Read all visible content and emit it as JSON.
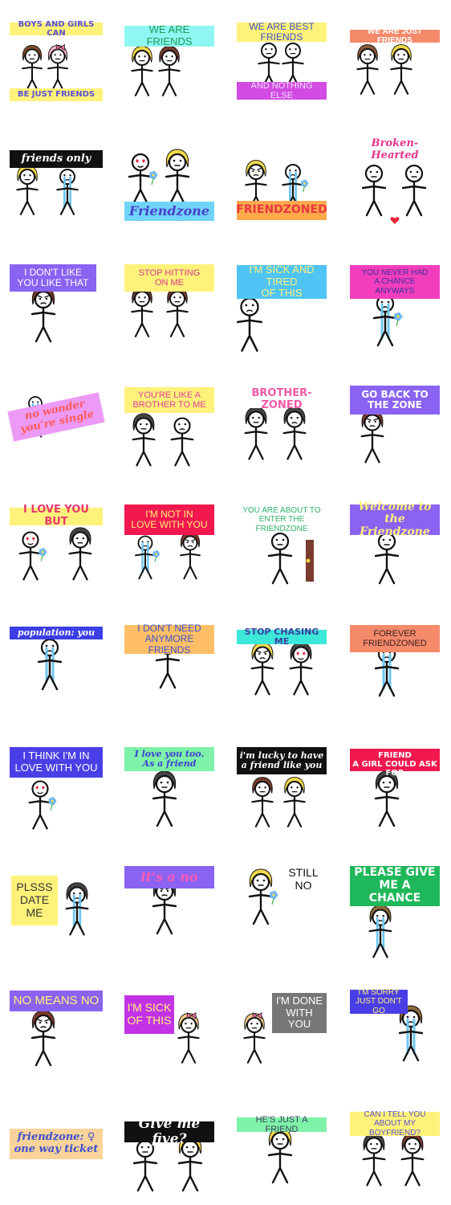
{
  "stickers": [
    {
      "id": "s01",
      "labels": [
        {
          "text": "BOYS AND GIRLS CAN",
          "bg": "#fff27a",
          "color": "#5a4fd6",
          "style": "bold"
        },
        {
          "text": "BE JUST FRIENDS",
          "bg": "#fff27a",
          "color": "#5a4fd6",
          "style": "bold"
        }
      ],
      "figures": [
        {
          "hair": "#7a4a2a",
          "face": "neutral"
        },
        {
          "hair": "#f5b0c8",
          "face": "neutral",
          "bow": "#f06da0"
        }
      ]
    },
    {
      "id": "s02",
      "labels": [
        {
          "text": "WE ARE FRIENDS",
          "bg": "#8ff7f2",
          "color": "#1e9a57",
          "style": "hand"
        }
      ],
      "figures": [
        {
          "hair": "#f2d84a",
          "face": "neutral"
        },
        {
          "hair": "#7a3b2e",
          "face": "neutral"
        }
      ]
    },
    {
      "id": "s03",
      "labels": [
        {
          "text": "WE ARE BEST FRIENDS",
          "bg": "#fff27a",
          "color": "#3c4fd0",
          "style": "hand"
        },
        {
          "text": "AND NOTHING ELSE",
          "bg": "#d24be2",
          "color": "#f0e0ff",
          "style": "hand"
        }
      ],
      "figures": [
        {
          "hair": "none",
          "face": "neutral"
        },
        {
          "hair": "none",
          "face": "neutral"
        }
      ]
    },
    {
      "id": "s04",
      "labels": [
        {
          "text": "WE ARE JUST FRIENDS",
          "bg": "#f58a6b",
          "color": "#ffffff",
          "style": "plain"
        }
      ],
      "figures": [
        {
          "hair": "#8a5a3a",
          "face": "neutral"
        },
        {
          "hair": "#f2d84a",
          "face": "neutral"
        }
      ]
    },
    {
      "id": "s05",
      "labels": [
        {
          "text": "friends only",
          "bg": "#111111",
          "color": "#ffffff",
          "style": "script"
        }
      ],
      "figures": [
        {
          "hair": "#f2d84a",
          "face": "neutral"
        },
        {
          "hair": "none",
          "face": "cry"
        }
      ]
    },
    {
      "id": "s06",
      "labels": [
        {
          "text": "Friendzone",
          "bg": "#6fd4f7",
          "color": "#4a3fcf",
          "style": "script"
        }
      ],
      "figures": [
        {
          "hair": "none",
          "face": "love",
          "flower": true
        },
        {
          "hair": "#f2d84a",
          "face": "neutral"
        }
      ]
    },
    {
      "id": "s07",
      "labels": [
        {
          "text": "FRIENDZONED",
          "bg": "#ffa94d",
          "color": "#e8383d",
          "style": "bold"
        }
      ],
      "figures": [
        {
          "hair": "#f2d84a",
          "face": "angry"
        },
        {
          "hair": "none",
          "face": "cry",
          "flower": true
        }
      ]
    },
    {
      "id": "s08",
      "labels": [
        {
          "text": "Broken-Hearted",
          "bg": "#ffffff",
          "color": "#e6358f",
          "style": "script"
        }
      ],
      "figures": [
        {
          "hair": "none",
          "face": "neutral"
        },
        {
          "hair": "none",
          "face": "neutral"
        }
      ]
    },
    {
      "id": "s09",
      "labels": [
        {
          "text": "I DON'T LIKE\nYOU LIKE THAT",
          "bg": "#8a63f2",
          "color": "#ffffff",
          "style": "hand"
        }
      ],
      "figures": [
        {
          "hair": "#7a3b2e",
          "face": "angry"
        }
      ]
    },
    {
      "id": "s10",
      "labels": [
        {
          "text": "STOP HITTING\nON ME",
          "bg": "#fff27a",
          "color": "#d83a8a",
          "style": "hand"
        }
      ],
      "figures": [
        {
          "hair": "#5a3a2a",
          "face": "neutral"
        },
        {
          "hair": "#7a3b2e",
          "face": "neutral"
        }
      ]
    },
    {
      "id": "s11",
      "labels": [
        {
          "text": "I'M SICK AND TIRED\nOF THIS",
          "bg": "#4fc4f5",
          "color": "#fff27a",
          "style": "hand"
        }
      ],
      "figures": [
        {
          "hair": "none",
          "face": "sad"
        }
      ]
    },
    {
      "id": "s12",
      "labels": [
        {
          "text": "YOU NEVER HAD\nA CHANCE\nANYWAYS",
          "bg": "#f23ebd",
          "color": "#3c2fa0",
          "style": "hand"
        }
      ],
      "figures": [
        {
          "hair": "none",
          "face": "cry",
          "flower": true
        }
      ]
    },
    {
      "id": "s13",
      "labels": [
        {
          "text": "no wonder\nyou're single",
          "bg": "#ec9af5",
          "color": "#ff5a5a",
          "style": "script"
        }
      ],
      "figures": [
        {
          "hair": "none",
          "face": "cry"
        }
      ]
    },
    {
      "id": "s14",
      "labels": [
        {
          "text": "YOU'RE LIKE A\nBROTHER TO ME",
          "bg": "#fff27a",
          "color": "#e0409a",
          "style": "hand"
        }
      ],
      "figures": [
        {
          "hair": "#444444",
          "face": "neutral"
        },
        {
          "hair": "none",
          "face": "sad"
        }
      ]
    },
    {
      "id": "s15",
      "labels": [
        {
          "text": "BROTHER-ZONED",
          "bg": "#ffffff",
          "color": "#f05aa8",
          "style": "bold"
        }
      ],
      "figures": [
        {
          "hair": "#444444",
          "face": "neutral"
        },
        {
          "hair": "#444444",
          "face": "sad"
        }
      ]
    },
    {
      "id": "s16",
      "labels": [
        {
          "text": "GO BACK TO\nTHE ZONE",
          "bg": "#8a63f2",
          "color": "#ffffff",
          "style": "bold"
        }
      ],
      "figures": [
        {
          "hair": "#7a3b2e",
          "face": "angry"
        }
      ]
    },
    {
      "id": "s17",
      "labels": [
        {
          "text": "I LOVE YOU BUT",
          "bg": "#fff27a",
          "color": "#e8386d",
          "style": "bold"
        }
      ],
      "figures": [
        {
          "hair": "none",
          "face": "love",
          "flower": true
        },
        {
          "hair": "#444444",
          "face": "neutral"
        }
      ]
    },
    {
      "id": "s18",
      "labels": [
        {
          "text": "I'M NOT IN\nLOVE WITH YOU",
          "bg": "#f0184e",
          "color": "#fff27a",
          "style": "hand"
        }
      ],
      "figures": [
        {
          "hair": "none",
          "face": "cry",
          "flower": true
        },
        {
          "hair": "#7a3b2e",
          "face": "angry"
        }
      ]
    },
    {
      "id": "s19",
      "labels": [
        {
          "text": "YOU ARE ABOUT TO\nENTER THE FRIENDZONE",
          "bg": "#ffffff",
          "color": "#2fb26a",
          "style": "hand"
        }
      ],
      "figures": [
        {
          "hair": "none",
          "face": "neutral"
        }
      ],
      "door": true
    },
    {
      "id": "s20",
      "labels": [
        {
          "text": "Welcome to the\nFriendzone",
          "bg": "#8a63f2",
          "color": "#fff27a",
          "style": "script"
        }
      ],
      "figures": [
        {
          "hair": "none",
          "face": "neutral"
        }
      ]
    },
    {
      "id": "s21",
      "labels": [
        {
          "text": "population: you",
          "bg": "#3c3fe6",
          "color": "#ffffff",
          "style": "script"
        }
      ],
      "figures": [
        {
          "hair": "none",
          "face": "cry"
        }
      ]
    },
    {
      "id": "s22",
      "labels": [
        {
          "text": "I DON'T NEED\nANYMORE FRIENDS",
          "bg": "#ffbf66",
          "color": "#3c4fd0",
          "style": "hand"
        }
      ],
      "figures": [
        {
          "hair": "none",
          "face": "neutral"
        }
      ]
    },
    {
      "id": "s23",
      "labels": [
        {
          "text": "STOP CHASING ME",
          "bg": "#3ce8d8",
          "color": "#3c3fa0",
          "style": "bold"
        }
      ],
      "figures": [
        {
          "hair": "#f2d84a",
          "face": "angry"
        },
        {
          "hair": "#444444",
          "face": "love"
        }
      ]
    },
    {
      "id": "s24",
      "labels": [
        {
          "text": "FOREVER\nFRIENDZONED",
          "bg": "#f58a6b",
          "color": "#3c2020",
          "style": "hand"
        }
      ],
      "figures": [
        {
          "hair": "none",
          "face": "cry"
        }
      ]
    },
    {
      "id": "s25",
      "labels": [
        {
          "text": "I THINK I'M IN\nLOVE WITH YOU",
          "bg": "#4a3fe6",
          "color": "#ffffff",
          "style": "hand"
        }
      ],
      "figures": [
        {
          "hair": "none",
          "face": "love",
          "flower": true
        }
      ]
    },
    {
      "id": "s26",
      "labels": [
        {
          "text": "I love you too.\nAs a friend",
          "bg": "#7ef2a8",
          "color": "#3c3fd0",
          "style": "script"
        }
      ],
      "figures": [
        {
          "hair": "#444444",
          "face": "neutral"
        }
      ]
    },
    {
      "id": "s27",
      "labels": [
        {
          "text": "i'm lucky to have\na friend like you",
          "bg": "#111111",
          "color": "#ffffff",
          "style": "script"
        }
      ],
      "figures": [
        {
          "hair": "#7a3b2e",
          "face": "neutral"
        },
        {
          "hair": "#f2d84a",
          "face": "neutral"
        }
      ]
    },
    {
      "id": "s28",
      "labels": [
        {
          "text": "YOU'RE THE BEST FRIEND\nA GIRL COULD ASK FOR",
          "bg": "#f0184e",
          "color": "#ffffff",
          "style": "bold"
        }
      ],
      "figures": [
        {
          "hair": "#444444",
          "face": "neutral"
        }
      ]
    },
    {
      "id": "s29",
      "labels": [
        {
          "text": "PLSSS\nDATE ME",
          "bg": "#fff27a",
          "color": "#333333",
          "style": "hand"
        }
      ],
      "figures": [
        {
          "hair": "#444444",
          "face": "cry"
        }
      ]
    },
    {
      "id": "s30",
      "labels": [
        {
          "text": "it's a no",
          "bg": "#8a63f2",
          "color": "#ff5ab4",
          "style": "script"
        }
      ],
      "figures": [
        {
          "hair": "#444444",
          "face": "angry"
        }
      ]
    },
    {
      "id": "s31",
      "labels": [
        {
          "text": "STILL NO",
          "bg": "#ffffff",
          "color": "#111111",
          "style": "hand"
        }
      ],
      "figures": [
        {
          "hair": "#f2d84a",
          "face": "neutral",
          "flower": true
        }
      ]
    },
    {
      "id": "s32",
      "labels": [
        {
          "text": "PLEASE GIVE\nME A CHANCE",
          "bg": "#1fb85a",
          "color": "#ffffff",
          "style": "bold"
        }
      ],
      "figures": [
        {
          "hair": "#8a6a3a",
          "face": "cry"
        }
      ]
    },
    {
      "id": "s33",
      "labels": [
        {
          "text": "NO MEANS NO",
          "bg": "#8a63f2",
          "color": "#fff27a",
          "style": "hand"
        }
      ],
      "figures": [
        {
          "hair": "#7a3b2e",
          "face": "angry"
        }
      ]
    },
    {
      "id": "s34",
      "labels": [
        {
          "text": "I'M SICK\nOF THIS",
          "bg": "#c233e8",
          "color": "#fff27a",
          "style": "hand"
        }
      ],
      "figures": [
        {
          "hair": "#f5c88a",
          "face": "neutral",
          "bow": "#f06da0"
        }
      ]
    },
    {
      "id": "s35",
      "labels": [
        {
          "text": "I'M DONE\nWITH YOU",
          "bg": "#777777",
          "color": "#ffffff",
          "style": "hand"
        }
      ],
      "figures": [
        {
          "hair": "#f5c88a",
          "face": "neutral",
          "bow": "#f06da0"
        }
      ]
    },
    {
      "id": "s36",
      "labels": [
        {
          "text": "I'M SORRY\nJUST DON'T GO",
          "bg": "#4a3fe6",
          "color": "#fff27a",
          "style": "hand"
        }
      ],
      "figures": [
        {
          "hair": "#8a6a3a",
          "face": "cry"
        }
      ]
    },
    {
      "id": "s37",
      "labels": [
        {
          "text": "friendzone: ♀\none way ticket",
          "bg": "#f9d39a",
          "color": "#3c4fd0",
          "style": "script"
        }
      ],
      "figures": []
    },
    {
      "id": "s38",
      "labels": [
        {
          "text": "Give me five?",
          "bg": "#111111",
          "color": "#ffffff",
          "style": "script"
        }
      ],
      "figures": [
        {
          "hair": "none",
          "face": "neutral"
        },
        {
          "hair": "#f2d84a",
          "face": "neutral"
        }
      ]
    },
    {
      "id": "s39",
      "labels": [
        {
          "text": "HE'S JUST A FRIEND",
          "bg": "#7ef2a8",
          "color": "#3c3f60",
          "style": "hand"
        }
      ],
      "figures": [
        {
          "hair": "#f2d84a",
          "face": "neutral"
        }
      ]
    },
    {
      "id": "s40",
      "labels": [
        {
          "text": "CAN I TELL YOU\nABOUT MY BOYFRIEND?",
          "bg": "#fff27a",
          "color": "#5a4fd6",
          "style": "hand"
        }
      ],
      "figures": [
        {
          "hair": "#444444",
          "face": "neutral"
        },
        {
          "hair": "#7a3b2e",
          "face": "neutral"
        }
      ]
    }
  ]
}
